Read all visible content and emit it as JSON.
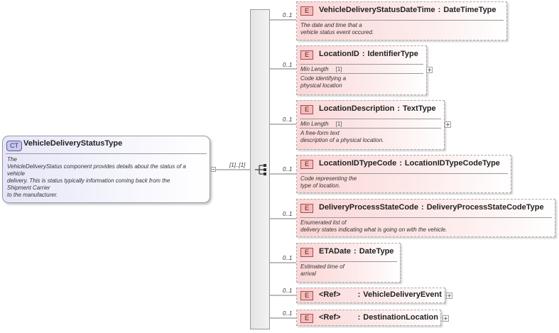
{
  "complex_type": {
    "badge": "CT",
    "name": "VehicleDeliveryStatusType",
    "doc": [
      "The",
      "VehicleDeliveryStatus component provides details about the status of a",
      "vehicle",
      "delivery. This is status typically information coming back from the",
      "Shipment Carrier",
      "to the manufacturer."
    ]
  },
  "sequence_cardinality": "[1]..[1]",
  "element_badge": "E",
  "ref_label": "<Ref>",
  "min_length_label": "Min Length",
  "elements": [
    {
      "cardinality": "0..1",
      "name": "VehicleDeliveryStatusDateTime",
      "type": "DateTimeType",
      "facet_value": "",
      "doc": [
        "The date and time that a",
        "vehicle status event occured."
      ]
    },
    {
      "cardinality": "0..1",
      "name": "LocationID",
      "type": "IdentifierType",
      "facet_value": "[1]",
      "doc": [
        "Code identifying a",
        "physical location"
      ]
    },
    {
      "cardinality": "0..1",
      "name": "LocationDescription",
      "type": "TextType",
      "facet_value": "[1]",
      "doc": [
        "A free-form text",
        "description of a physical location."
      ]
    },
    {
      "cardinality": "0..1",
      "name": "LocationIDTypeCode",
      "type": "LocationIDTypeCodeType",
      "facet_value": "",
      "doc": [
        "Code representing the",
        "type of location."
      ]
    },
    {
      "cardinality": "0..1",
      "name": "DeliveryProcessStateCode",
      "type": "DeliveryProcessStateCodeType",
      "facet_value": "",
      "doc": [
        "Enumerated list of",
        "delivery states indicating what is going on with the vehicle."
      ]
    },
    {
      "cardinality": "0..1",
      "name": "ETADate",
      "type": "DateType",
      "facet_value": "",
      "doc": [
        "Estimated time of",
        "arrival"
      ]
    },
    {
      "cardinality": "0..1",
      "name": "",
      "type": "VehicleDeliveryEvent",
      "facet_value": "",
      "doc": []
    },
    {
      "cardinality": "0..1",
      "name": "",
      "type": "DestinationLocation",
      "facet_value": "",
      "doc": []
    }
  ],
  "colors": {
    "element_fill": "#fbd6d6",
    "element_badge": "#f6bcbc",
    "type_fill": "#e6e6f8",
    "type_badge": "#c9c9ef"
  }
}
